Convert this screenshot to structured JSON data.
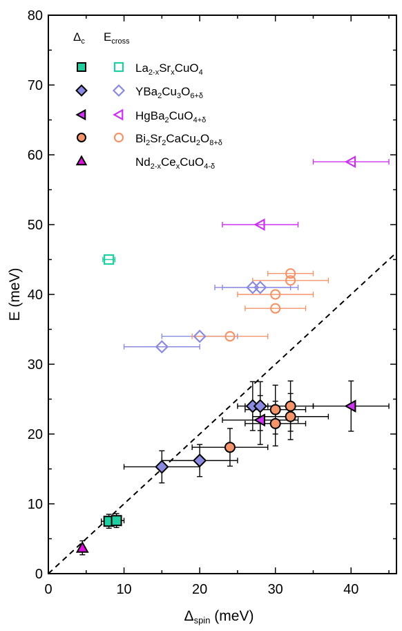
{
  "chart_data": {
    "type": "scatter",
    "xlabel": {
      "main": "Δ",
      "sub": "spin",
      "unit": " (meV)"
    },
    "ylabel": "E (meV)",
    "xlim": [
      0,
      46
    ],
    "ylim": [
      0,
      80
    ],
    "xticks": [
      0,
      10,
      20,
      30,
      40
    ],
    "yticks": [
      0,
      10,
      20,
      30,
      40,
      50,
      60,
      70,
      80
    ],
    "legend_headers": [
      {
        "main": "Δ",
        "sub": "c"
      },
      {
        "main": "E",
        "sub": "cross"
      }
    ],
    "legend_position": "top-left",
    "reference_line": {
      "style": "dashed",
      "slope": 1,
      "intercept": 0
    },
    "series": [
      {
        "label": [
          {
            "t": "La"
          },
          {
            "t": "2-x",
            "s": "sub"
          },
          {
            "t": "Sr"
          },
          {
            "t": "x",
            "s": "sub"
          },
          {
            "t": "CuO"
          },
          {
            "t": "4",
            "s": "sub"
          }
        ],
        "marker": "square",
        "color": "#1fcfa0",
        "filled": [
          {
            "x": 8.0,
            "y": 7.5,
            "xerr": 1.0,
            "yerr": 1.0
          },
          {
            "x": 9.0,
            "y": 7.6,
            "xerr": 1.0,
            "yerr": 1.0
          }
        ],
        "open": [
          {
            "x": 8.0,
            "y": 45.0,
            "xerr": 0.8,
            "yerr": 0
          }
        ]
      },
      {
        "label": [
          {
            "t": "YBa"
          },
          {
            "t": "2",
            "s": "sub"
          },
          {
            "t": "Cu"
          },
          {
            "t": "3",
            "s": "sub"
          },
          {
            "t": "O"
          },
          {
            "t": "6+δ",
            "s": "sub"
          }
        ],
        "marker": "diamond",
        "color": "#8a8ae0",
        "filled": [
          {
            "x": 15,
            "y": 15.3,
            "xerr": 5,
            "yerr": 2.3
          },
          {
            "x": 20,
            "y": 16.2,
            "xerr": 5,
            "yerr": 2.3
          },
          {
            "x": 27,
            "y": 24.0,
            "xerr": 2,
            "yerr": 3.5
          },
          {
            "x": 28,
            "y": 24.0,
            "xerr": 2,
            "yerr": 3.5
          }
        ],
        "open": [
          {
            "x": 15,
            "y": 32.5,
            "xerr": 5,
            "yerr": 0
          },
          {
            "x": 20,
            "y": 34.0,
            "xerr": 5,
            "yerr": 0
          },
          {
            "x": 27,
            "y": 41.0,
            "xerr": 5,
            "yerr": 0
          },
          {
            "x": 28,
            "y": 41.0,
            "xerr": 5,
            "yerr": 0
          }
        ]
      },
      {
        "label": [
          {
            "t": "HgBa"
          },
          {
            "t": "2",
            "s": "sub"
          },
          {
            "t": "CuO"
          },
          {
            "t": "4+δ",
            "s": "sub"
          }
        ],
        "marker": "triangle-left",
        "color": "#cc33ee",
        "filled": [
          {
            "x": 28,
            "y": 22.0,
            "xerr": 5,
            "yerr": 3.5
          },
          {
            "x": 40,
            "y": 24.0,
            "xerr": 5,
            "yerr": 3.6
          }
        ],
        "open": [
          {
            "x": 28,
            "y": 50.0,
            "xerr": 5,
            "yerr": 0
          },
          {
            "x": 40,
            "y": 59.0,
            "xerr": 5,
            "yerr": 0
          }
        ]
      },
      {
        "label": [
          {
            "t": "Bi"
          },
          {
            "t": "2",
            "s": "sub"
          },
          {
            "t": "Sr"
          },
          {
            "t": "2",
            "s": "sub"
          },
          {
            "t": "CaCu"
          },
          {
            "t": "2",
            "s": "sub"
          },
          {
            "t": "O"
          },
          {
            "t": "8+δ",
            "s": "sub"
          }
        ],
        "marker": "circle",
        "color": "#f4946a",
        "filled": [
          {
            "x": 24,
            "y": 18.1,
            "xerr": 5,
            "yerr": 2.7
          },
          {
            "x": 30,
            "y": 21.5,
            "xerr": 4,
            "yerr": 3.2
          },
          {
            "x": 30,
            "y": 23.5,
            "xerr": 4,
            "yerr": 3.5
          },
          {
            "x": 32,
            "y": 22.5,
            "xerr": 5,
            "yerr": 3.3
          },
          {
            "x": 32,
            "y": 24.0,
            "xerr": 3,
            "yerr": 3.6
          }
        ],
        "open": [
          {
            "x": 24,
            "y": 34.0,
            "xerr": 5,
            "yerr": 0
          },
          {
            "x": 30,
            "y": 38.0,
            "xerr": 4,
            "yerr": 0
          },
          {
            "x": 30,
            "y": 40.0,
            "xerr": 5,
            "yerr": 0
          },
          {
            "x": 32,
            "y": 42.0,
            "xerr": 5,
            "yerr": 0
          },
          {
            "x": 32,
            "y": 43.0,
            "xerr": 3,
            "yerr": 0
          }
        ]
      },
      {
        "label": [
          {
            "t": "Nd"
          },
          {
            "t": "2-x",
            "s": "sub"
          },
          {
            "t": "Ce"
          },
          {
            "t": "x",
            "s": "sub"
          },
          {
            "t": "CuO"
          },
          {
            "t": "4-δ",
            "s": "sub"
          }
        ],
        "marker": "triangle-up",
        "color": "#dd11dd",
        "filled": [
          {
            "x": 4.5,
            "y": 3.7,
            "xerr": 0,
            "yerr": 1.0
          }
        ],
        "open": []
      }
    ]
  }
}
